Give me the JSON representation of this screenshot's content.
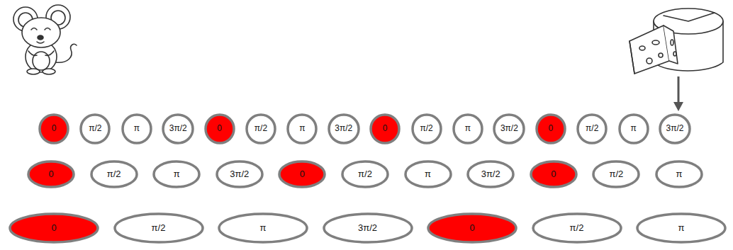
{
  "diagram": {
    "nodes": [
      {
        "text": [
          "0"
        ]
      },
      {
        "text": [
          "π/2"
        ]
      },
      {
        "text": [
          "π"
        ]
      },
      {
        "text": [
          "3π/2"
        ]
      },
      {
        "text": [
          "0"
        ]
      },
      {
        "text": [
          "π/2"
        ]
      },
      {
        "text": [
          "π"
        ]
      },
      {
        "text": [
          "3π/2"
        ]
      },
      {
        "text": [
          "0"
        ]
      },
      {
        "text": [
          "π/2"
        ]
      },
      {
        "text": [
          "π"
        ]
      },
      {
        "text": [
          "3π/2"
        ]
      },
      {
        "text": [
          "0"
        ]
      },
      {
        "text": [
          "π/2"
        ]
      },
      {
        "text": [
          "π"
        ]
      },
      {
        "text": [
          "3π/2"
        ]
      },
      {
        "text": [
          "0"
        ]
      },
      {
        "text": [
          "π/2"
        ]
      },
      {
        "text": [
          "π"
        ]
      },
      {
        "text": [
          "3π/2"
        ]
      },
      {
        "text": [
          "0"
        ]
      },
      {
        "text": [
          "π/2"
        ]
      },
      {
        "text": [
          "π"
        ]
      },
      {
        "text": [
          "3π/2"
        ]
      },
      {
        "text": [
          "0"
        ]
      },
      {
        "text": [
          "π/2"
        ]
      },
      {
        "text": [
          "π"
        ]
      },
      {
        "text": [
          "0"
        ]
      },
      {
        "text": [
          "π/2"
        ]
      },
      {
        "text": [
          "π"
        ]
      },
      {
        "text": [
          "3π/2"
        ]
      },
      {
        "text": [
          "0"
        ]
      },
      {
        "text": [
          "π/2"
        ]
      },
      {
        "text": [
          "π"
        ]
      }
    ]
  }
}
